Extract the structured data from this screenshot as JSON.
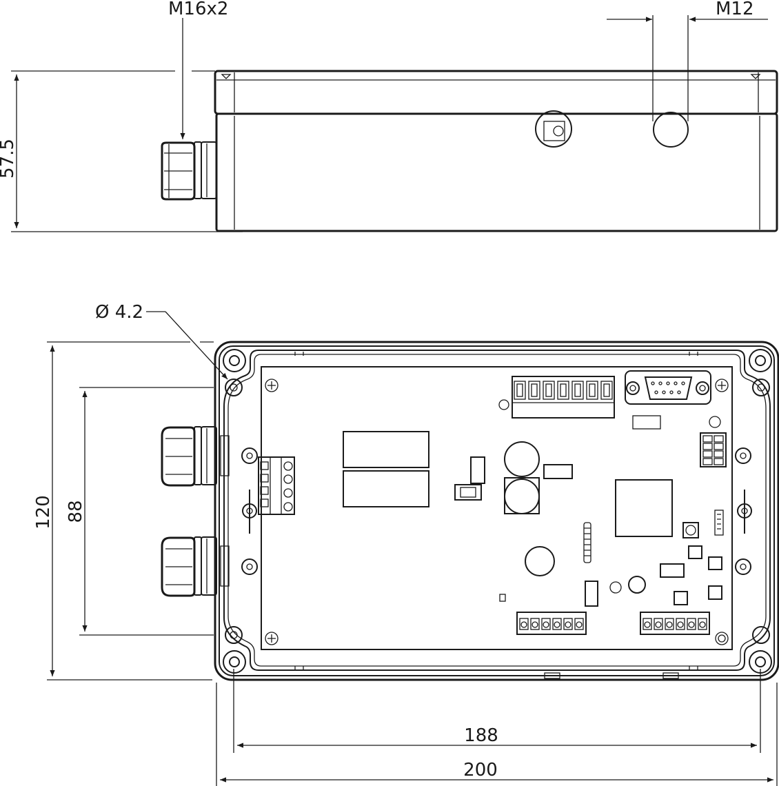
{
  "dimensions": {
    "thread_left": "M16x2",
    "thread_right": "M12",
    "height": "57.5",
    "hole_diameter": "Ø 4.2",
    "width_total": "120",
    "width_inner": "88",
    "length_inner": "188",
    "length_total": "200"
  },
  "colors": {
    "line": "#1a1a1a",
    "background": "#ffffff"
  }
}
